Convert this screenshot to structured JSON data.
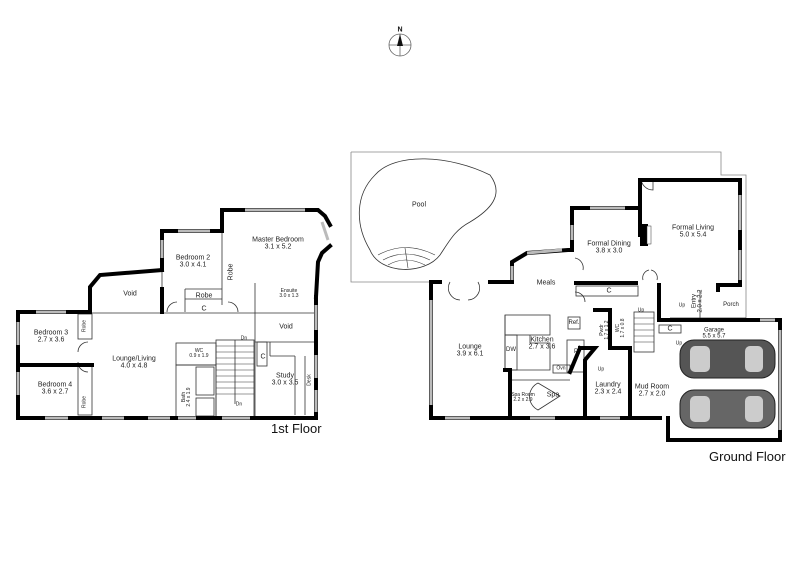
{
  "compass": {
    "label": "N"
  },
  "first_floor": {
    "title": "1st Floor",
    "rooms": [
      {
        "name": "Master Bedroom",
        "dims": "3.1 x 5.2"
      },
      {
        "name": "Bedroom 2",
        "dims": "3.0 x 4.1"
      },
      {
        "name": "Bedroom 3",
        "dims": "2.7 x 3.6"
      },
      {
        "name": "Bedroom 4",
        "dims": "3.6 x 2.7"
      },
      {
        "name": "Lounge/Living",
        "dims": "4.0 x 4.8"
      },
      {
        "name": "Study",
        "dims": "3.0 x 3.5"
      },
      {
        "name": "Ensuite",
        "dims": "3.0 x 1.3"
      },
      {
        "name": "WC",
        "dims": "0.9 x 1.9"
      },
      {
        "name": "Bath",
        "dims": "2.4 x 1.9"
      }
    ],
    "labels": {
      "void1": "Void",
      "void2": "Void",
      "robe_b2": "Robe",
      "robe_master": "Robe",
      "robe_b3": "Robe",
      "robe_b4": "Robe",
      "cupboard1": "C",
      "cupboard2": "C",
      "desk": "Desk",
      "stairs_dn1": "Dn",
      "stairs_dn2": "Dn"
    }
  },
  "ground_floor": {
    "title": "Ground Floor",
    "rooms": [
      {
        "name": "Pool",
        "dims": ""
      },
      {
        "name": "Formal Dining",
        "dims": "3.8 x 3.0"
      },
      {
        "name": "Formal Living",
        "dims": "5.0 x 5.4"
      },
      {
        "name": "Meals",
        "dims": ""
      },
      {
        "name": "Lounge",
        "dims": "3.9 x 6.1"
      },
      {
        "name": "Kitchen",
        "dims": "2.7 x 3.6"
      },
      {
        "name": "Spa Room",
        "dims": "2.2 x 2.9"
      },
      {
        "name": "Laundry",
        "dims": "2.3 x 2.4"
      },
      {
        "name": "Mud Room",
        "dims": "2.7 x 2.0"
      },
      {
        "name": "Garage",
        "dims": "5.5 x 5.7"
      },
      {
        "name": "Entry",
        "dims": "2.0 x 2.2"
      },
      {
        "name": "Porch",
        "dims": ""
      },
      {
        "name": "Pwdr",
        "dims": "1.7 x 1.2"
      },
      {
        "name": "WC",
        "dims": "1.7 x 0.8"
      }
    ],
    "labels": {
      "spa": "Spa",
      "ref": "Ref.",
      "pantry": "P",
      "dw": "DW",
      "oven": "Ovn",
      "cupboard1": "C",
      "cupboard2": "C",
      "up1": "Up",
      "up2": "Up",
      "up3": "Up",
      "up4": "Up"
    }
  }
}
